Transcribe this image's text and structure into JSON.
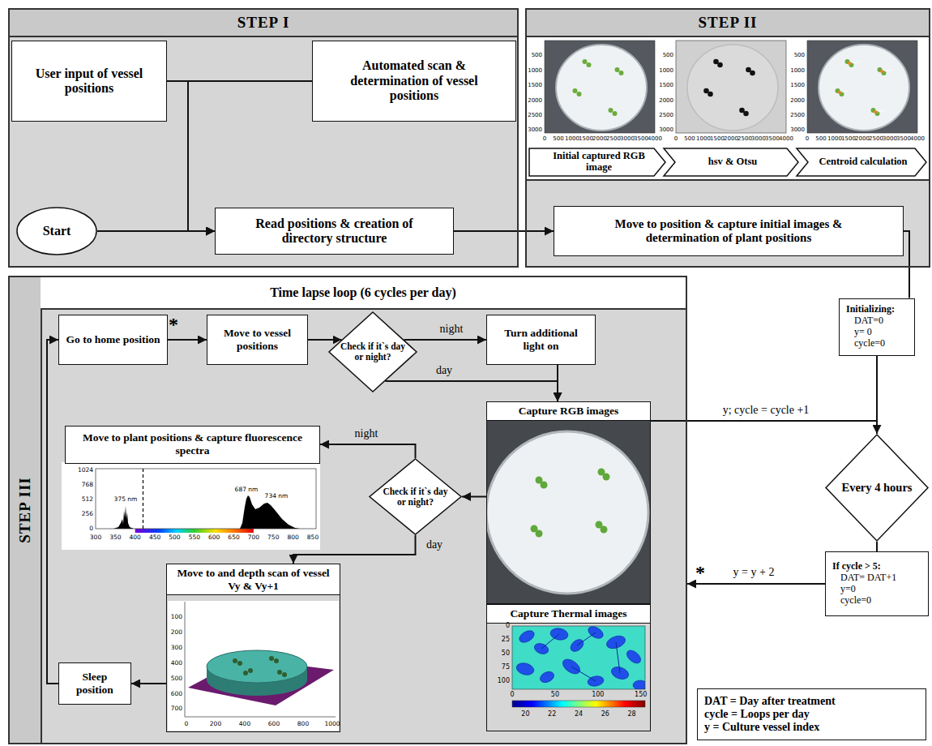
{
  "diagram": {
    "nodes": [
      {
        "text": [
          "STEP I"
        ]
      },
      {
        "text": [
          "User input of vessel positions"
        ],
        "in": 0
      },
      {
        "text": [
          "Automated scan & determination of vessel positions"
        ],
        "in": 0
      },
      {
        "text": [
          "Start"
        ],
        "in": 0
      },
      {
        "text": [
          "Read positions & creation of directory structure"
        ],
        "in": 0
      },
      {
        "text": [
          "STEP II"
        ]
      },
      {
        "text": [
          "Initial captured RGB image"
        ],
        "in": 5
      },
      {
        "text": [
          "hsv & Otsu"
        ],
        "in": 5
      },
      {
        "text": [
          "Centroid calculation"
        ],
        "in": 5
      },
      {
        "text": [
          "Move to position & capture initial images & determination of plant positions"
        ],
        "in": 5
      },
      {
        "text": [
          "Initializing:",
          "DAT=0",
          "y= 0",
          "cycle=0"
        ]
      },
      {
        "text": [
          "Every 4 hours"
        ]
      },
      {
        "text": [
          "If cycle > 5:",
          "DAT= DAT+1",
          "y=0",
          "cycle=0"
        ]
      },
      {
        "text": [
          "STEP III",
          "Time lapse loop (6 cycles per day)"
        ]
      },
      {
        "text": [
          "Go to home position"
        ],
        "in": 13
      },
      {
        "text": [
          "Move to vessel positions"
        ],
        "in": 13
      },
      {
        "text": [
          "Check if it`s day or night?"
        ],
        "in": 13
      },
      {
        "text": [
          "Turn additional light on"
        ],
        "in": 13
      },
      {
        "text": [
          "Capture RGB images"
        ],
        "in": 13
      },
      {
        "text": [
          "Capture Thermal images"
        ],
        "in": 13
      },
      {
        "text": [
          "Check if it`s day or night?"
        ],
        "in": 13
      },
      {
        "text": [
          "Move to plant positions & capture fluorescence spectra"
        ],
        "in": 13
      },
      {
        "text": [
          "Move to and depth scan of vessel Vy & Vy+1"
        ],
        "in": 13
      },
      {
        "text": [
          "Sleep position"
        ],
        "in": 13
      },
      {
        "text": [
          "DAT = Day after treatment",
          "cycle = Loops per day",
          "y = Culture vessel index"
        ]
      }
    ],
    "edges": [
      {
        "from": 1,
        "to": 4,
        "arrow": "to"
      },
      {
        "from": 2,
        "to": 4,
        "arrow": "to"
      },
      {
        "from": 3,
        "to": 4,
        "arrow": "to"
      },
      {
        "from": 4,
        "to": 9,
        "arrow": "to"
      },
      {
        "from": 9,
        "to": 10,
        "arrow": "none"
      },
      {
        "from": 10,
        "to": 11,
        "arrow": "none"
      },
      {
        "from": 18,
        "to": 11,
        "label": "y; cycle = cycle +1",
        "arrow": "to"
      },
      {
        "from": 11,
        "to": 12,
        "arrow": "none"
      },
      {
        "from": 12,
        "to": 13,
        "label": "y = y + 2",
        "arrow": "to"
      },
      {
        "from": 14,
        "to": 15,
        "arrow": "to"
      },
      {
        "from": 15,
        "to": 16,
        "arrow": "to"
      },
      {
        "from": 16,
        "to": 17,
        "label": "night",
        "arrow": "to"
      },
      {
        "from": 16,
        "to": 18,
        "label": "day",
        "arrow": "to"
      },
      {
        "from": 17,
        "to": 18,
        "arrow": "to"
      },
      {
        "from": 18,
        "to": 20,
        "arrow": "to"
      },
      {
        "from": 20,
        "to": 21,
        "label": "night",
        "arrow": "to"
      },
      {
        "from": 20,
        "to": 22,
        "label": "day",
        "arrow": "to"
      },
      {
        "from": 22,
        "to": 23,
        "arrow": "to"
      },
      {
        "from": 23,
        "to": 14,
        "arrow": "to"
      }
    ],
    "labels": [
      "*",
      "*",
      "500",
      "1000",
      "1500",
      "2000",
      "2500",
      "3000",
      "0",
      "500",
      "1000",
      "1500",
      "2000",
      "2500",
      "3000",
      "3500",
      "4000",
      "500",
      "1000",
      "1500",
      "2000",
      "2500",
      "3000",
      "0",
      "500",
      "1000",
      "1500",
      "2000",
      "2500",
      "3000",
      "3500",
      "4000",
      "500",
      "1000",
      "1500",
      "2000",
      "2500",
      "3000",
      "0",
      "500",
      "1000",
      "1500",
      "2000",
      "2500",
      "3000",
      "3500",
      "4000",
      "1024",
      "768",
      "512",
      "256",
      "0",
      "300",
      "350",
      "400",
      "450",
      "500",
      "550",
      "600",
      "650",
      "700",
      "750",
      "800",
      "850",
      "375 nm",
      "687 nm",
      "734 nm",
      "0",
      "25",
      "50",
      "75",
      "100",
      "0",
      "50",
      "100",
      "150",
      "20",
      "22",
      "24",
      "26",
      "28",
      "100",
      "200",
      "300",
      "400",
      "500",
      "600",
      "700",
      "0",
      "200",
      "400",
      "600",
      "800",
      "1000"
    ]
  }
}
